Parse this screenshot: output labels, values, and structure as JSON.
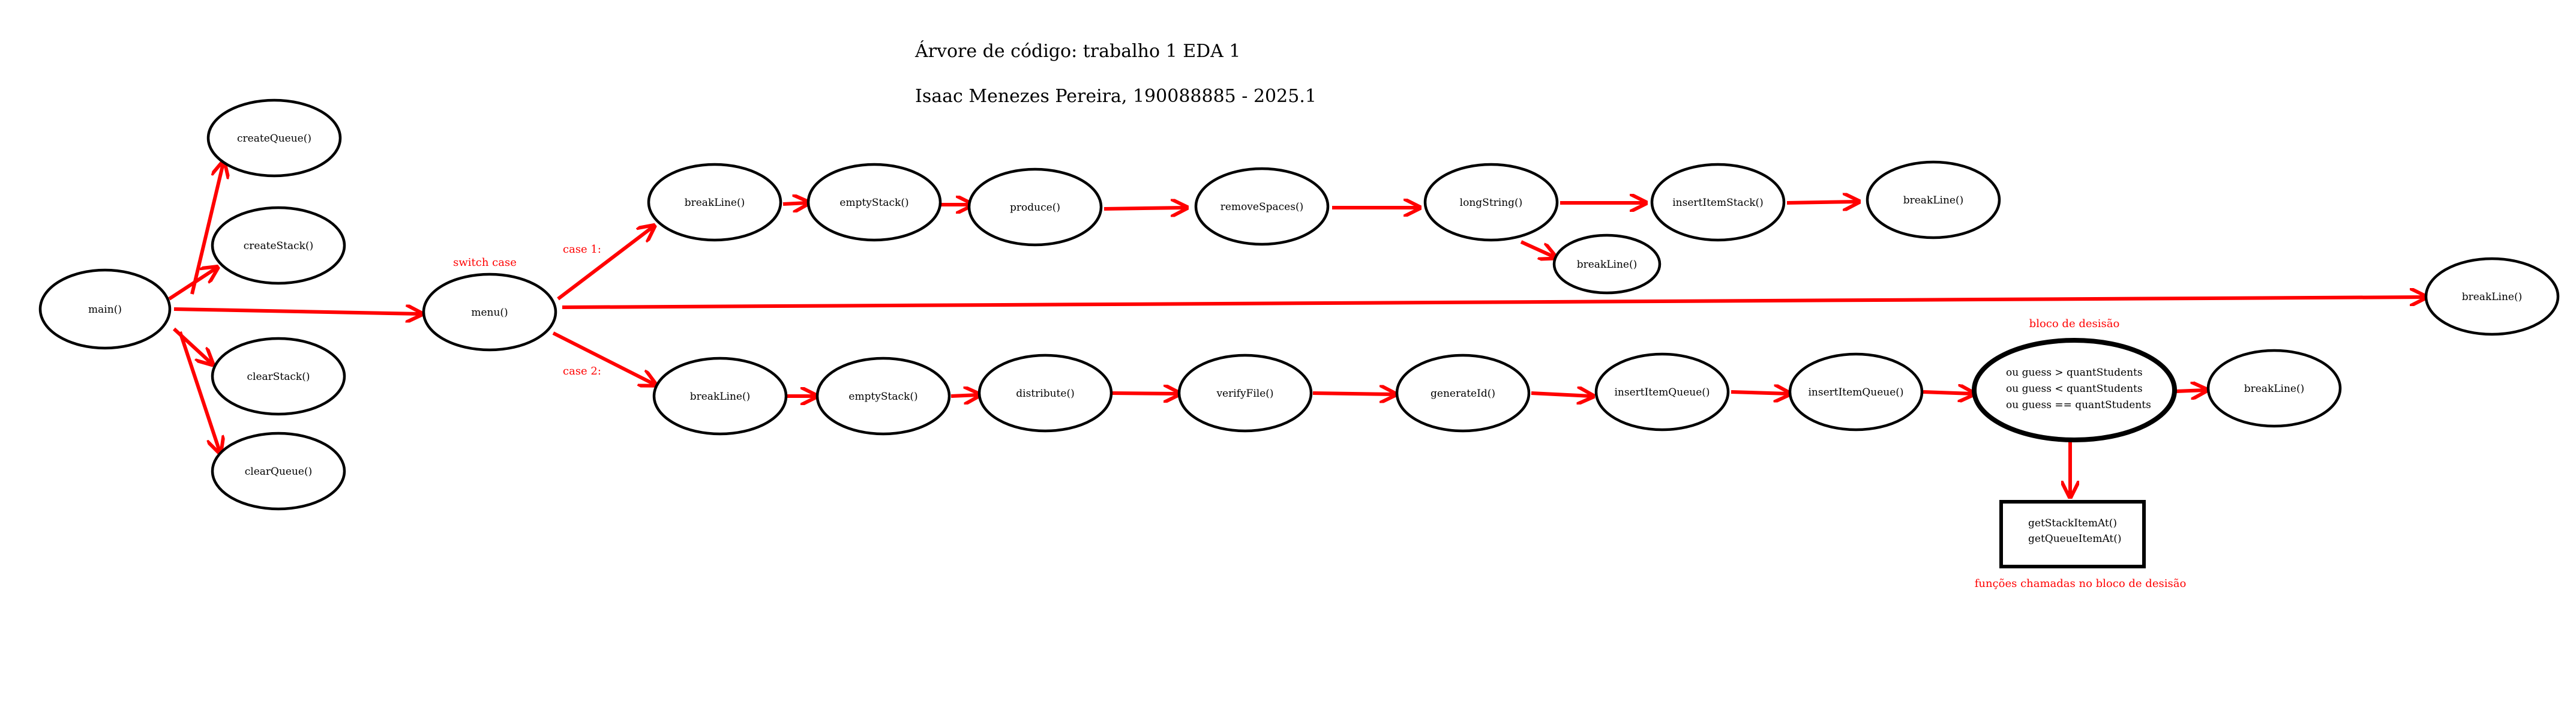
{
  "title": "Árvore de código: trabalho 1 EDA 1",
  "author": "Isaac Menezes Pereira, 190088885 - 2025.1",
  "colors": {
    "edge": "#ff0000",
    "annotation": "#ff0000",
    "stroke": "#000000"
  },
  "annotations": {
    "switch_case": "switch case",
    "case1": "case 1:",
    "case2": "case 2:",
    "decision_block": "bloco de desisão",
    "decision_functions": "funções chamadas no bloco de desisão"
  },
  "nodes": {
    "main": "main()",
    "createQueue": "createQueue()",
    "createStack": "createStack()",
    "clearStack": "clearStack()",
    "clearQueue": "clearQueue()",
    "menu": "menu()",
    "c1_breakLine1": "breakLine()",
    "c1_emptyStack": "emptyStack()",
    "c1_produce": "produce()",
    "c1_removeSpaces": "removeSpaces()",
    "c1_longString": "longString()",
    "c1_insertItemStack": "insertItemStack()",
    "c1_breakLine2": "breakLine()",
    "c1_breakLine3": "breakLine()",
    "mid_breakLine": "breakLine()",
    "c2_breakLine1": "breakLine()",
    "c2_emptyStack": "emptyStack()",
    "c2_distribute": "distribute()",
    "c2_verifyFile": "verifyFile()",
    "c2_generateId": "generateId()",
    "c2_insertItemQueue1": "insertItemQueue()",
    "c2_insertItemQueue2": "insertItemQueue()",
    "c2_breakLine2": "breakLine()"
  },
  "decision": {
    "lines": [
      "ou guess  >  quantStudents",
      "ou guess  <  quantStudents",
      "ou guess  ==  quantStudents"
    ]
  },
  "decision_calls": {
    "lines": [
      "getStackItemAt()",
      "getQueueItemAt()"
    ]
  }
}
